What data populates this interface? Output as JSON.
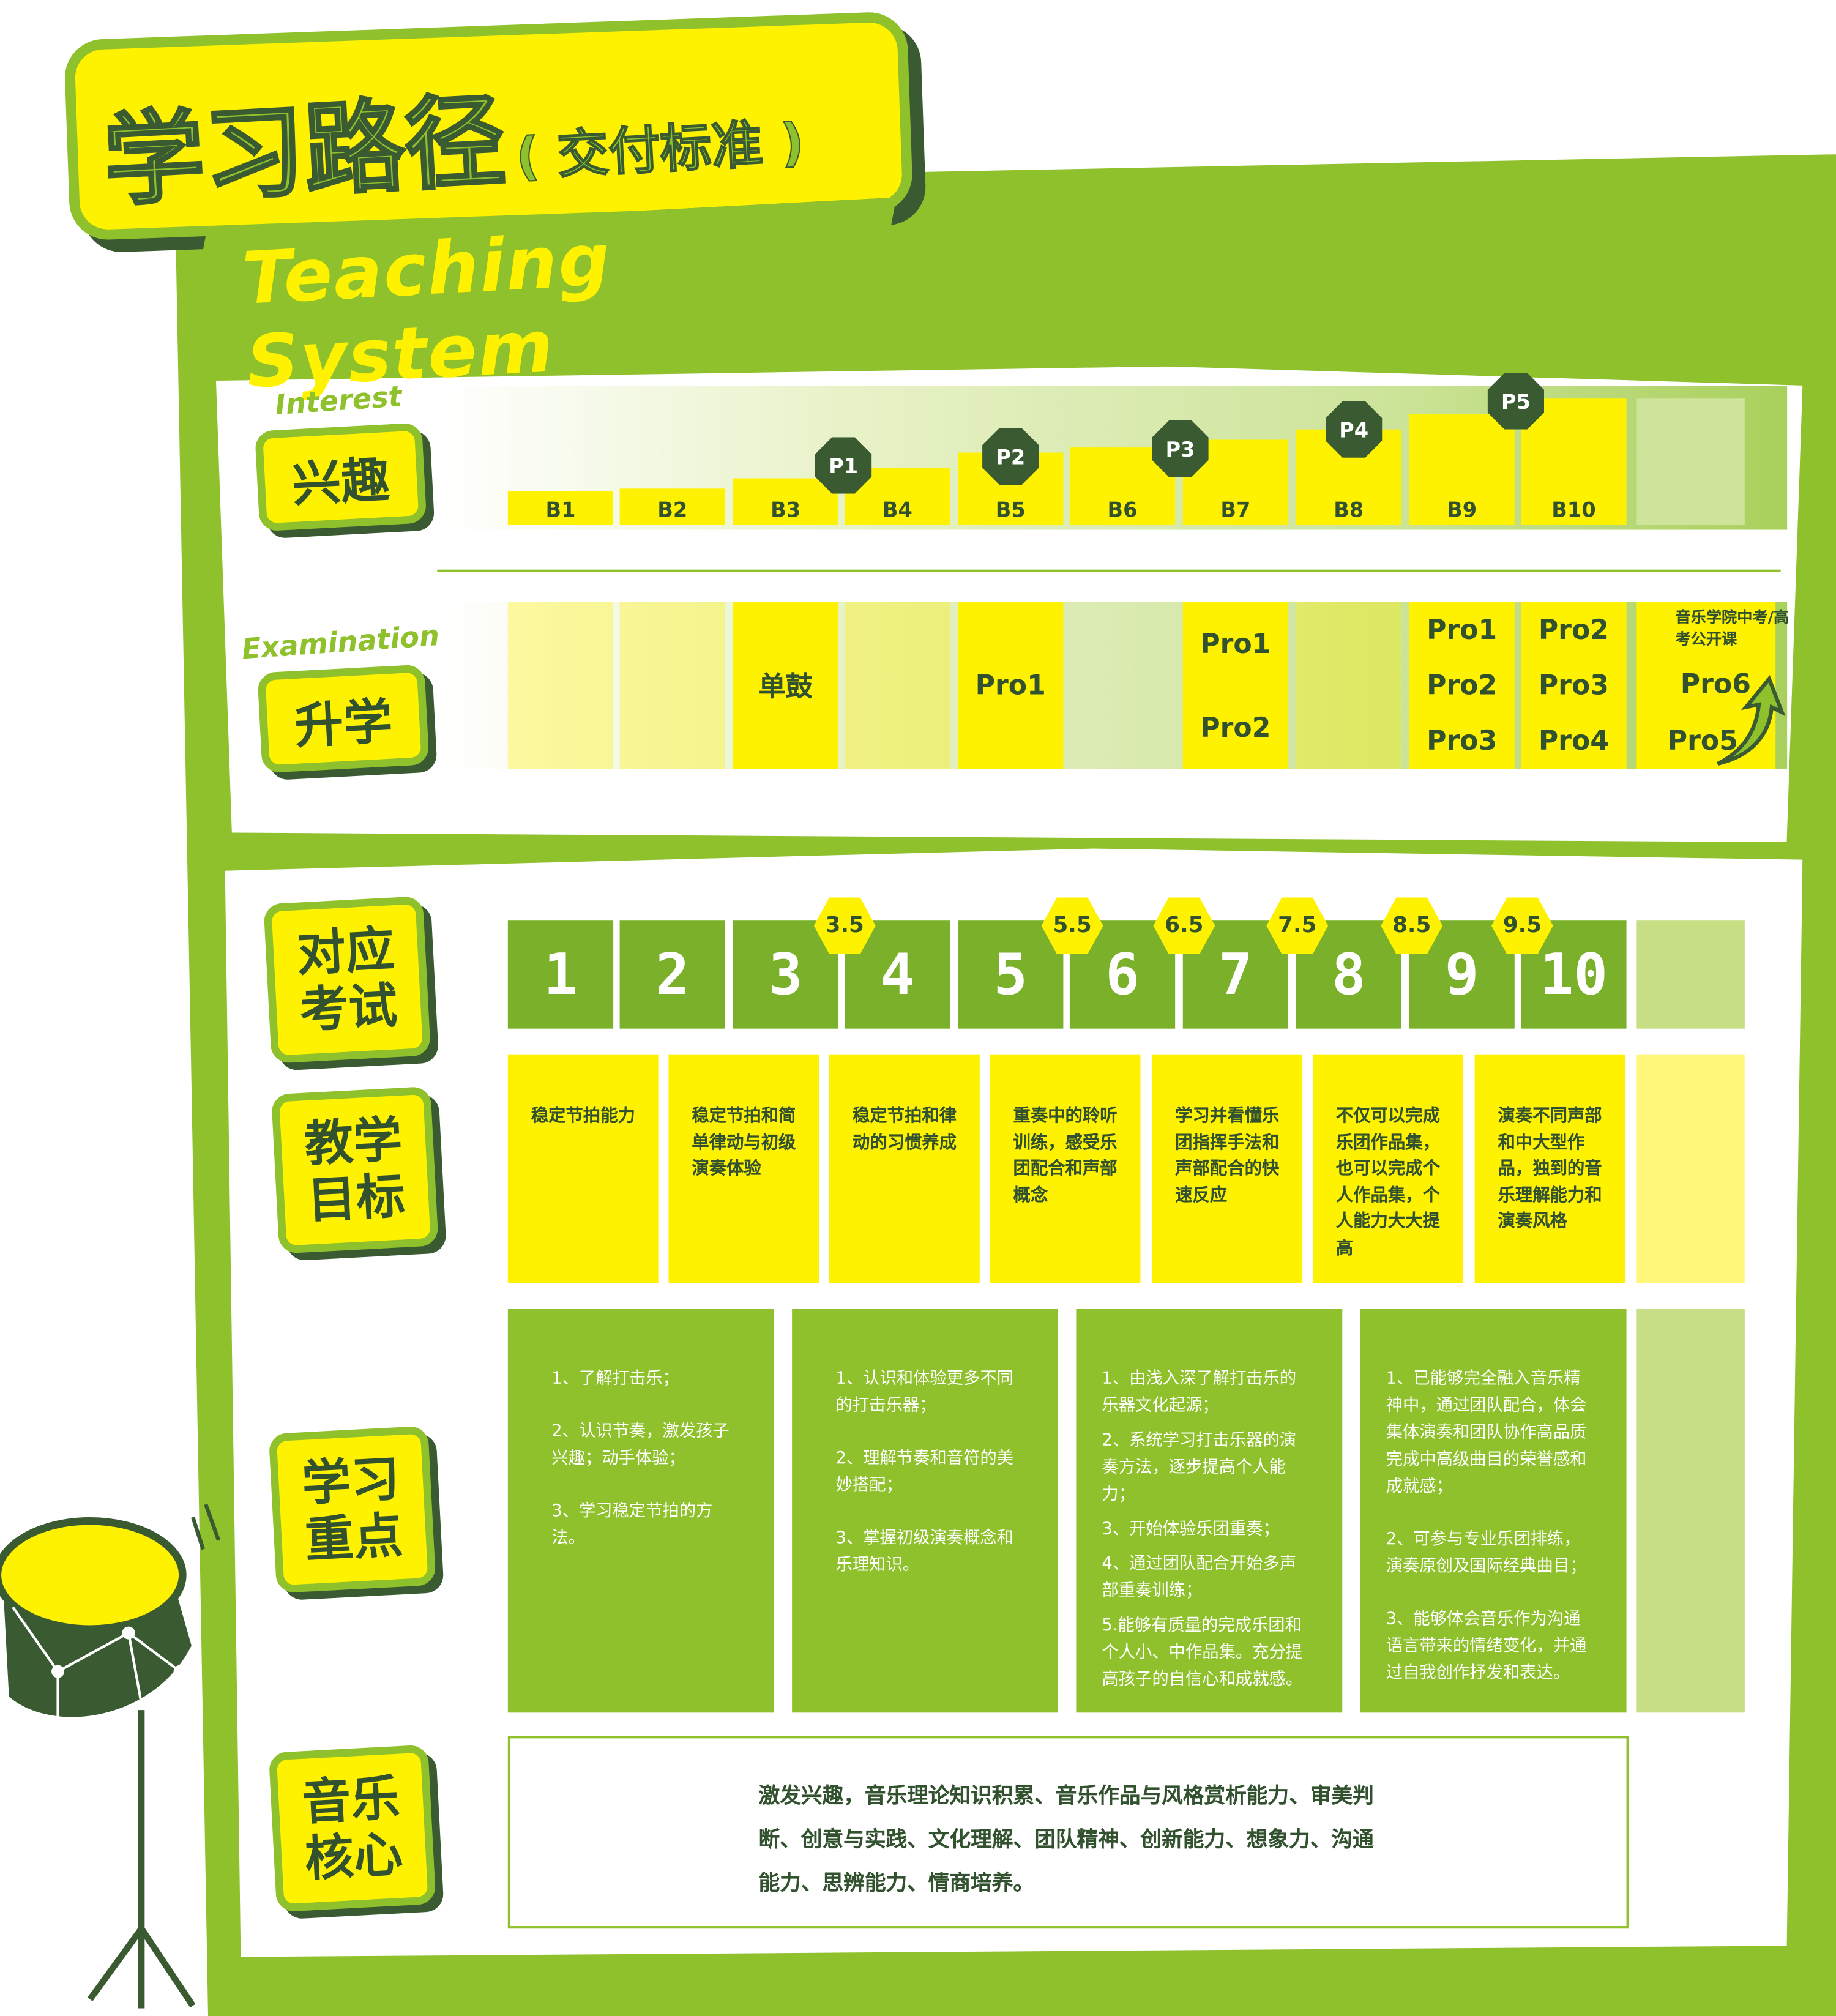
{
  "header": {
    "title_main": "学习路径",
    "title_sub": "( 交付标准 )",
    "title_en": "Teaching System"
  },
  "interest": {
    "label_en": "Interest",
    "label_cn": "兴趣",
    "levels": [
      "B1",
      "B2",
      "B3",
      "B4",
      "B5",
      "B6",
      "B7",
      "B8",
      "B9",
      "B10"
    ],
    "milestones": [
      "P1",
      "P2",
      "P3",
      "P4",
      "P5"
    ]
  },
  "examination": {
    "label_en": "Examination",
    "label_cn": "升学",
    "items": {
      "b3": "单鼓",
      "b5": "Pro1",
      "b7": [
        "Pro1",
        "Pro2"
      ],
      "b9": [
        "Pro1",
        "Pro2",
        "Pro3"
      ],
      "b10": [
        "Pro2",
        "Pro3",
        "Pro4"
      ],
      "extra_note": "音乐学院中考/高考公开课",
      "extra": [
        "Pro6",
        "Pro5"
      ]
    }
  },
  "exam_levels": {
    "label": "对应考试",
    "numbers": [
      "1",
      "2",
      "3",
      "4",
      "5",
      "6",
      "7",
      "8",
      "9",
      "10"
    ],
    "half_levels": [
      "3.5",
      "5.5",
      "6.5",
      "7.5",
      "8.5",
      "9.5"
    ]
  },
  "goals": {
    "label": "教学目标",
    "items": [
      "稳定节拍能力",
      "稳定节拍和简单律动与初级演奏体验",
      "稳定节拍和律动的习惯养成",
      "重奏中的聆听训练，感受乐团配合和声部概念",
      "学习并看懂乐团指挥手法和声部配合的快速反应",
      "不仅可以完成乐团作品集，也可以完成个人作品集，个人能力大大提高",
      "演奏不同声部和中大型作品，独到的音乐理解能力和演奏风格"
    ]
  },
  "focus": {
    "label": "学习重点",
    "columns": [
      [
        "1、了解打击乐；",
        "2、认识节奏，激发孩子兴趣；动手体验；",
        "3、学习稳定节拍的方法。"
      ],
      [
        "1、认识和体验更多不同的打击乐器；",
        "2、理解节奏和音符的美妙搭配；",
        "3、掌握初级演奏概念和乐理知识。"
      ],
      [
        "1、由浅入深了解打击乐的乐器文化起源；",
        "2、系统学习打击乐器的演奏方法，逐步提高个人能力；",
        "3、开始体验乐团重奏；",
        "4、通过团队配合开始多声部重奏训练；",
        "5.能够有质量的完成乐团和个人小、中作品集。充分提高孩子的自信心和成就感。"
      ],
      [
        "1、已能够完全融入音乐精神中，通过团队配合，体会集体演奏和团队协作高品质完成中高级曲目的荣誉感和成就感；",
        "2、可参与专业乐团排练，演奏原创及国际经典曲目；",
        "3、能够体会音乐作为沟通语言带来的情绪变化，并通过自我创作抒发和表达。"
      ]
    ]
  },
  "core": {
    "label": "音乐核心",
    "text": "激发兴趣，音乐理论知识积累、音乐作品与风格赏析能力、审美判断、创意与实践、文化理解、团队精神、创新能力、想象力、沟通能力、思辨能力、情商培养。"
  },
  "colors": {
    "lime": "#8ec12c",
    "yellow": "#fff200",
    "dark_green": "#32512e",
    "pale_green": "#c6de84"
  }
}
